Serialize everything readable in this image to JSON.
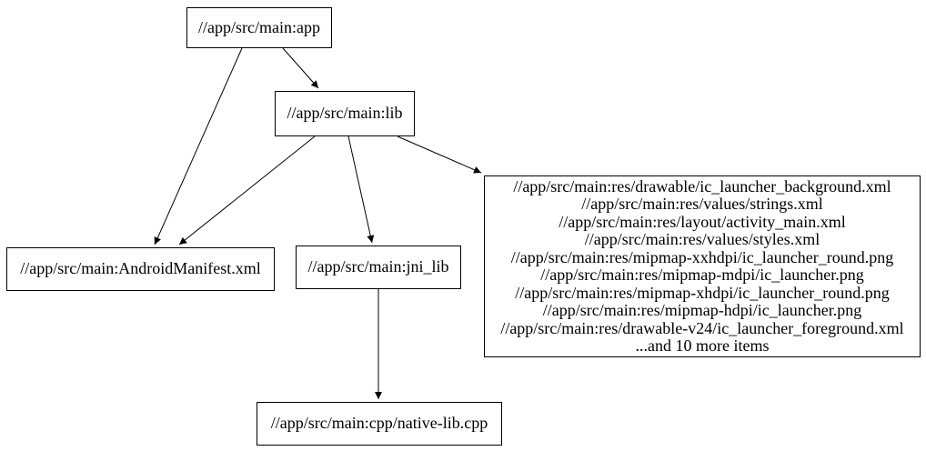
{
  "graph": {
    "type": "digraph-dependency-graph",
    "colors": {
      "background": "#ffffff",
      "node_border": "#000000",
      "edge": "#000000",
      "text": "#000000"
    },
    "nodes": {
      "app": {
        "label": "//app/src/main:app"
      },
      "lib": {
        "label": "//app/src/main:lib"
      },
      "android_manifest": {
        "label": "//app/src/main:AndroidManifest.xml"
      },
      "jni_lib": {
        "label": "//app/src/main:jni_lib"
      },
      "res_group": {
        "lines": [
          "//app/src/main:res/drawable/ic_launcher_background.xml",
          "//app/src/main:res/values/strings.xml",
          "//app/src/main:res/layout/activity_main.xml",
          "//app/src/main:res/values/styles.xml",
          "//app/src/main:res/mipmap-xxhdpi/ic_launcher_round.png",
          "//app/src/main:res/mipmap-mdpi/ic_launcher.png",
          "//app/src/main:res/mipmap-xhdpi/ic_launcher_round.png",
          "//app/src/main:res/mipmap-hdpi/ic_launcher.png",
          "//app/src/main:res/drawable-v24/ic_launcher_foreground.xml",
          "...and 10 more items"
        ]
      },
      "native_lib": {
        "label": "//app/src/main:cpp/native-lib.cpp"
      }
    },
    "edges": [
      {
        "from": "app",
        "to": "lib"
      },
      {
        "from": "app",
        "to": "android_manifest"
      },
      {
        "from": "lib",
        "to": "android_manifest"
      },
      {
        "from": "lib",
        "to": "jni_lib"
      },
      {
        "from": "lib",
        "to": "res_group"
      },
      {
        "from": "jni_lib",
        "to": "native_lib"
      }
    ]
  }
}
